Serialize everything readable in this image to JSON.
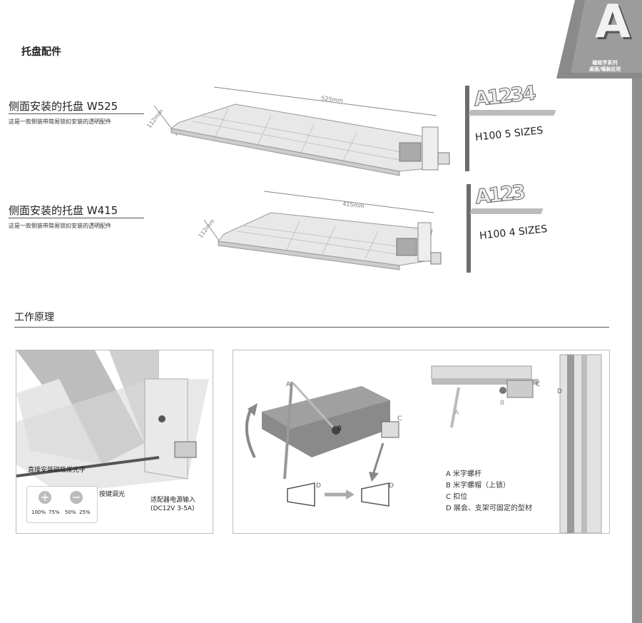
{
  "header": {
    "title": "托盘配件",
    "brand_letter": "A",
    "brand_line1": "磁吸字系列",
    "brand_line2": "桌面/墙装应用"
  },
  "products": [
    {
      "name": "侧面安装的托盘 W525",
      "desc": "这是一款侧装带简易锁扣安装的透明配件",
      "length": "525mm",
      "depth": "112mm",
      "sample_text": "A1234",
      "sample_label": "H100 5 SIZES"
    },
    {
      "name": "侧面安装的托盘 W415",
      "desc": "这是一款侧装带简易锁扣安装的透明配件",
      "length": "415mm",
      "depth": "112mm",
      "sample_text": "A123",
      "sample_label": "H100 4 SIZES"
    }
  ],
  "principle": {
    "title": "工作原理",
    "left_labels": {
      "direct": "直接安装磁吸发光字",
      "dimming": "按键调光",
      "adapter_line1": "适配器电源输入",
      "adapter_line2": "(DC12V 3-5A)",
      "levels": [
        "100%",
        "75%",
        "50%",
        "25%"
      ],
      "plus": "+",
      "minus": "−"
    },
    "right_letters": {
      "a": "A",
      "b": "B",
      "c": "C",
      "d": "D"
    },
    "legend": [
      "A  米字螺杆",
      "B 米字螺帽（上锁）",
      "C  扣位",
      "D 展会、支架可固定的型材"
    ]
  }
}
